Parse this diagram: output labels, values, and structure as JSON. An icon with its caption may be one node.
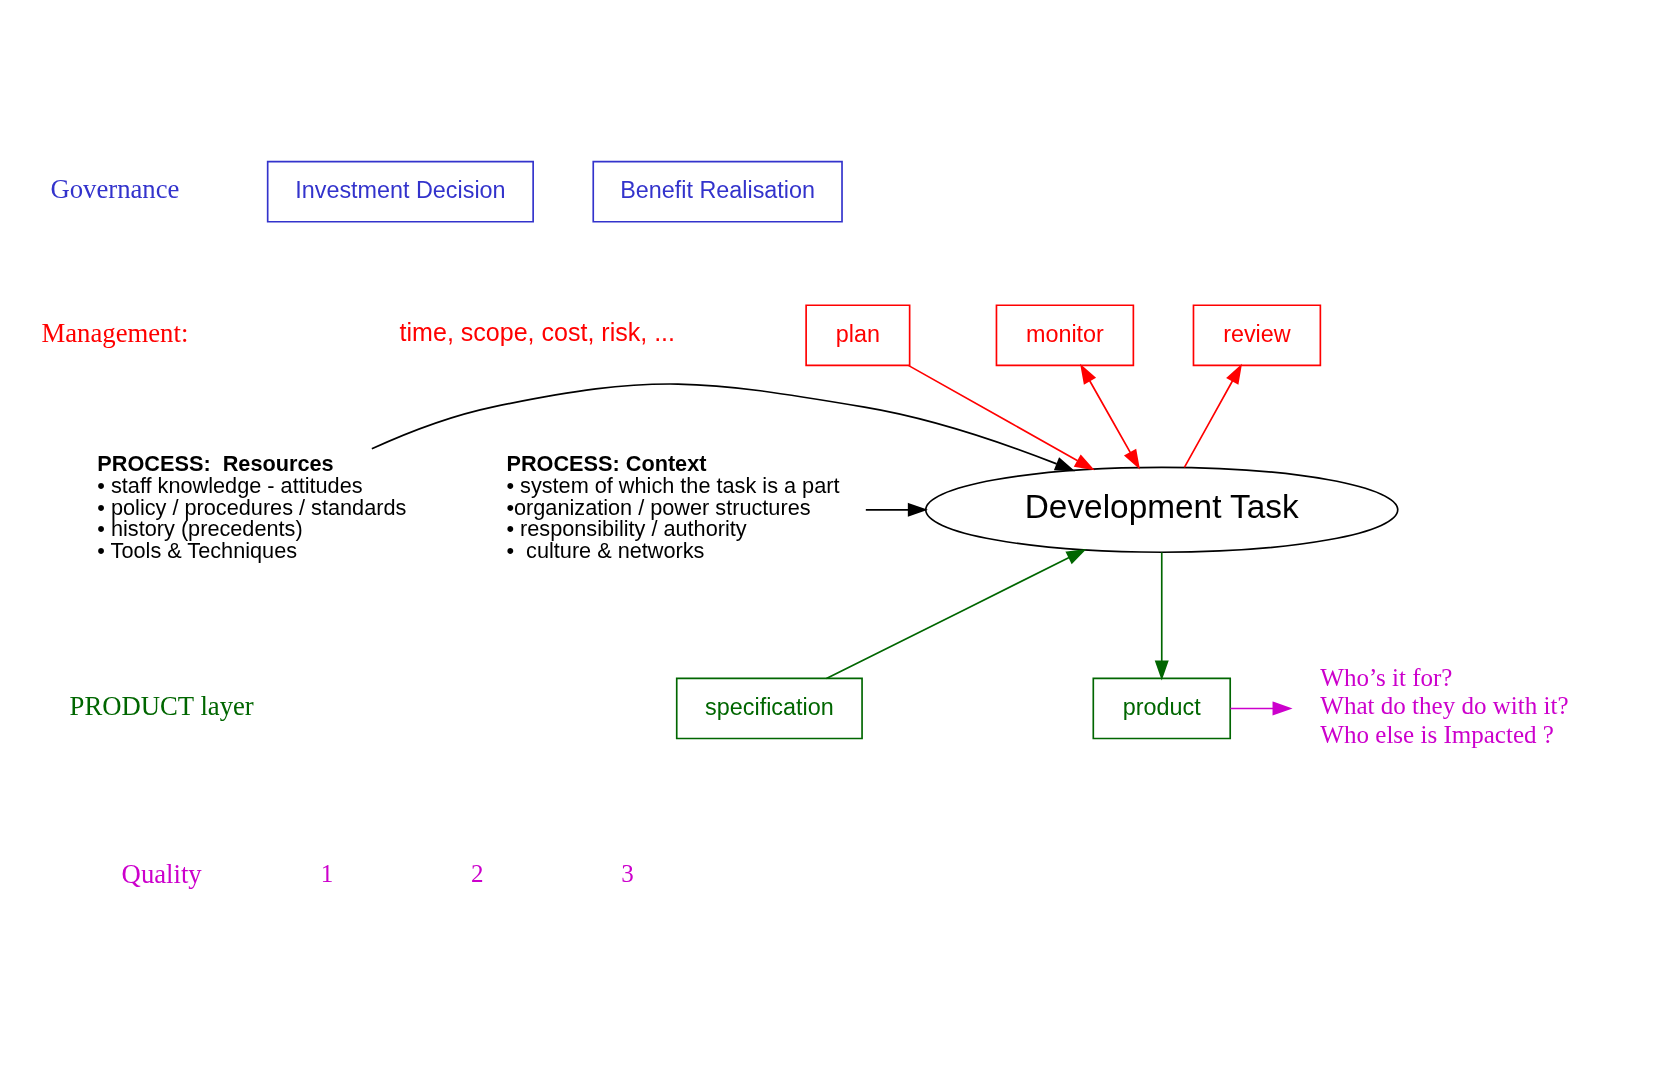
{
  "diagram": {
    "nodes": [
      {
        "text": [
          "Investment Decision"
        ]
      },
      {
        "text": [
          "Benefit Realisation"
        ]
      },
      {
        "text": [
          "plan"
        ]
      },
      {
        "text": [
          "monitor"
        ]
      },
      {
        "text": [
          "review"
        ]
      },
      {
        "text": [
          "Development Task"
        ]
      },
      {
        "text": [
          "PROCESS:  Resources",
          "• staff knowledge - attitudes",
          "• policy / procedures / standards",
          "• history (precedents)",
          "• Tools & Techniques"
        ]
      },
      {
        "text": [
          "PROCESS: Context",
          "• system of which the task is a part",
          "•organization / power structures",
          "• responsibility / authority",
          "•  culture & networks"
        ]
      },
      {
        "text": [
          "specification"
        ]
      },
      {
        "text": [
          "product"
        ]
      },
      {
        "text": [
          "Who’s it for?",
          "What do they do with it?",
          "Who else is Impacted ?"
        ]
      }
    ],
    "edges": [
      {
        "from": 2,
        "to": 5,
        "arrow": "to"
      },
      {
        "from": 3,
        "to": 5,
        "arrow": "both"
      },
      {
        "from": 5,
        "to": 4,
        "arrow": "to"
      },
      {
        "from": 6,
        "to": 5,
        "arrow": "to",
        "color": "#000000"
      },
      {
        "from": 7,
        "to": 5,
        "arrow": "to",
        "color": "#000000"
      },
      {
        "from": 8,
        "to": 5,
        "arrow": "to",
        "color": "#006600"
      },
      {
        "from": 5,
        "to": 9,
        "arrow": "to",
        "color": "#006600"
      },
      {
        "from": 9,
        "to": 10,
        "arrow": "to",
        "color": "#cc00cc"
      }
    ],
    "labels": [
      "Governance",
      "Management:",
      "time, scope, cost, risk, ...",
      "PRODUCT layer",
      "Quality",
      "1",
      "2",
      "3"
    ]
  }
}
